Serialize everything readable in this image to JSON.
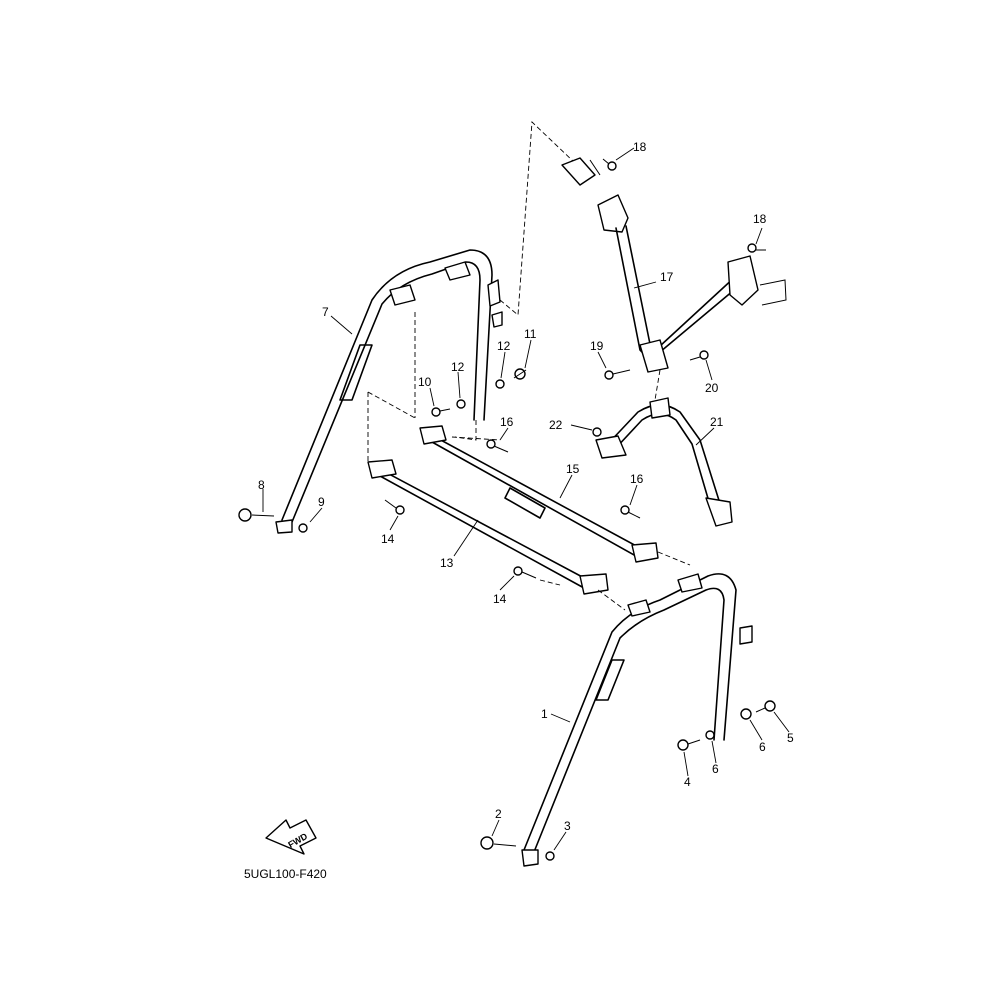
{
  "callouts": {
    "c1": "1",
    "c2": "2",
    "c3": "3",
    "c4": "4",
    "c5": "5",
    "c6a": "6",
    "c6b": "6",
    "c7": "7",
    "c8": "8",
    "c9": "9",
    "c10": "10",
    "c11": "11",
    "c12a": "12",
    "c12b": "12",
    "c13": "13",
    "c14a": "14",
    "c14b": "14",
    "c15": "15",
    "c16a": "16",
    "c16b": "16",
    "c17": "17",
    "c18a": "18",
    "c18b": "18",
    "c19": "19",
    "c20": "20",
    "c21": "21",
    "c22": "22"
  },
  "fwd_label": "FWD",
  "diagram_code": "5UGL100-F420"
}
